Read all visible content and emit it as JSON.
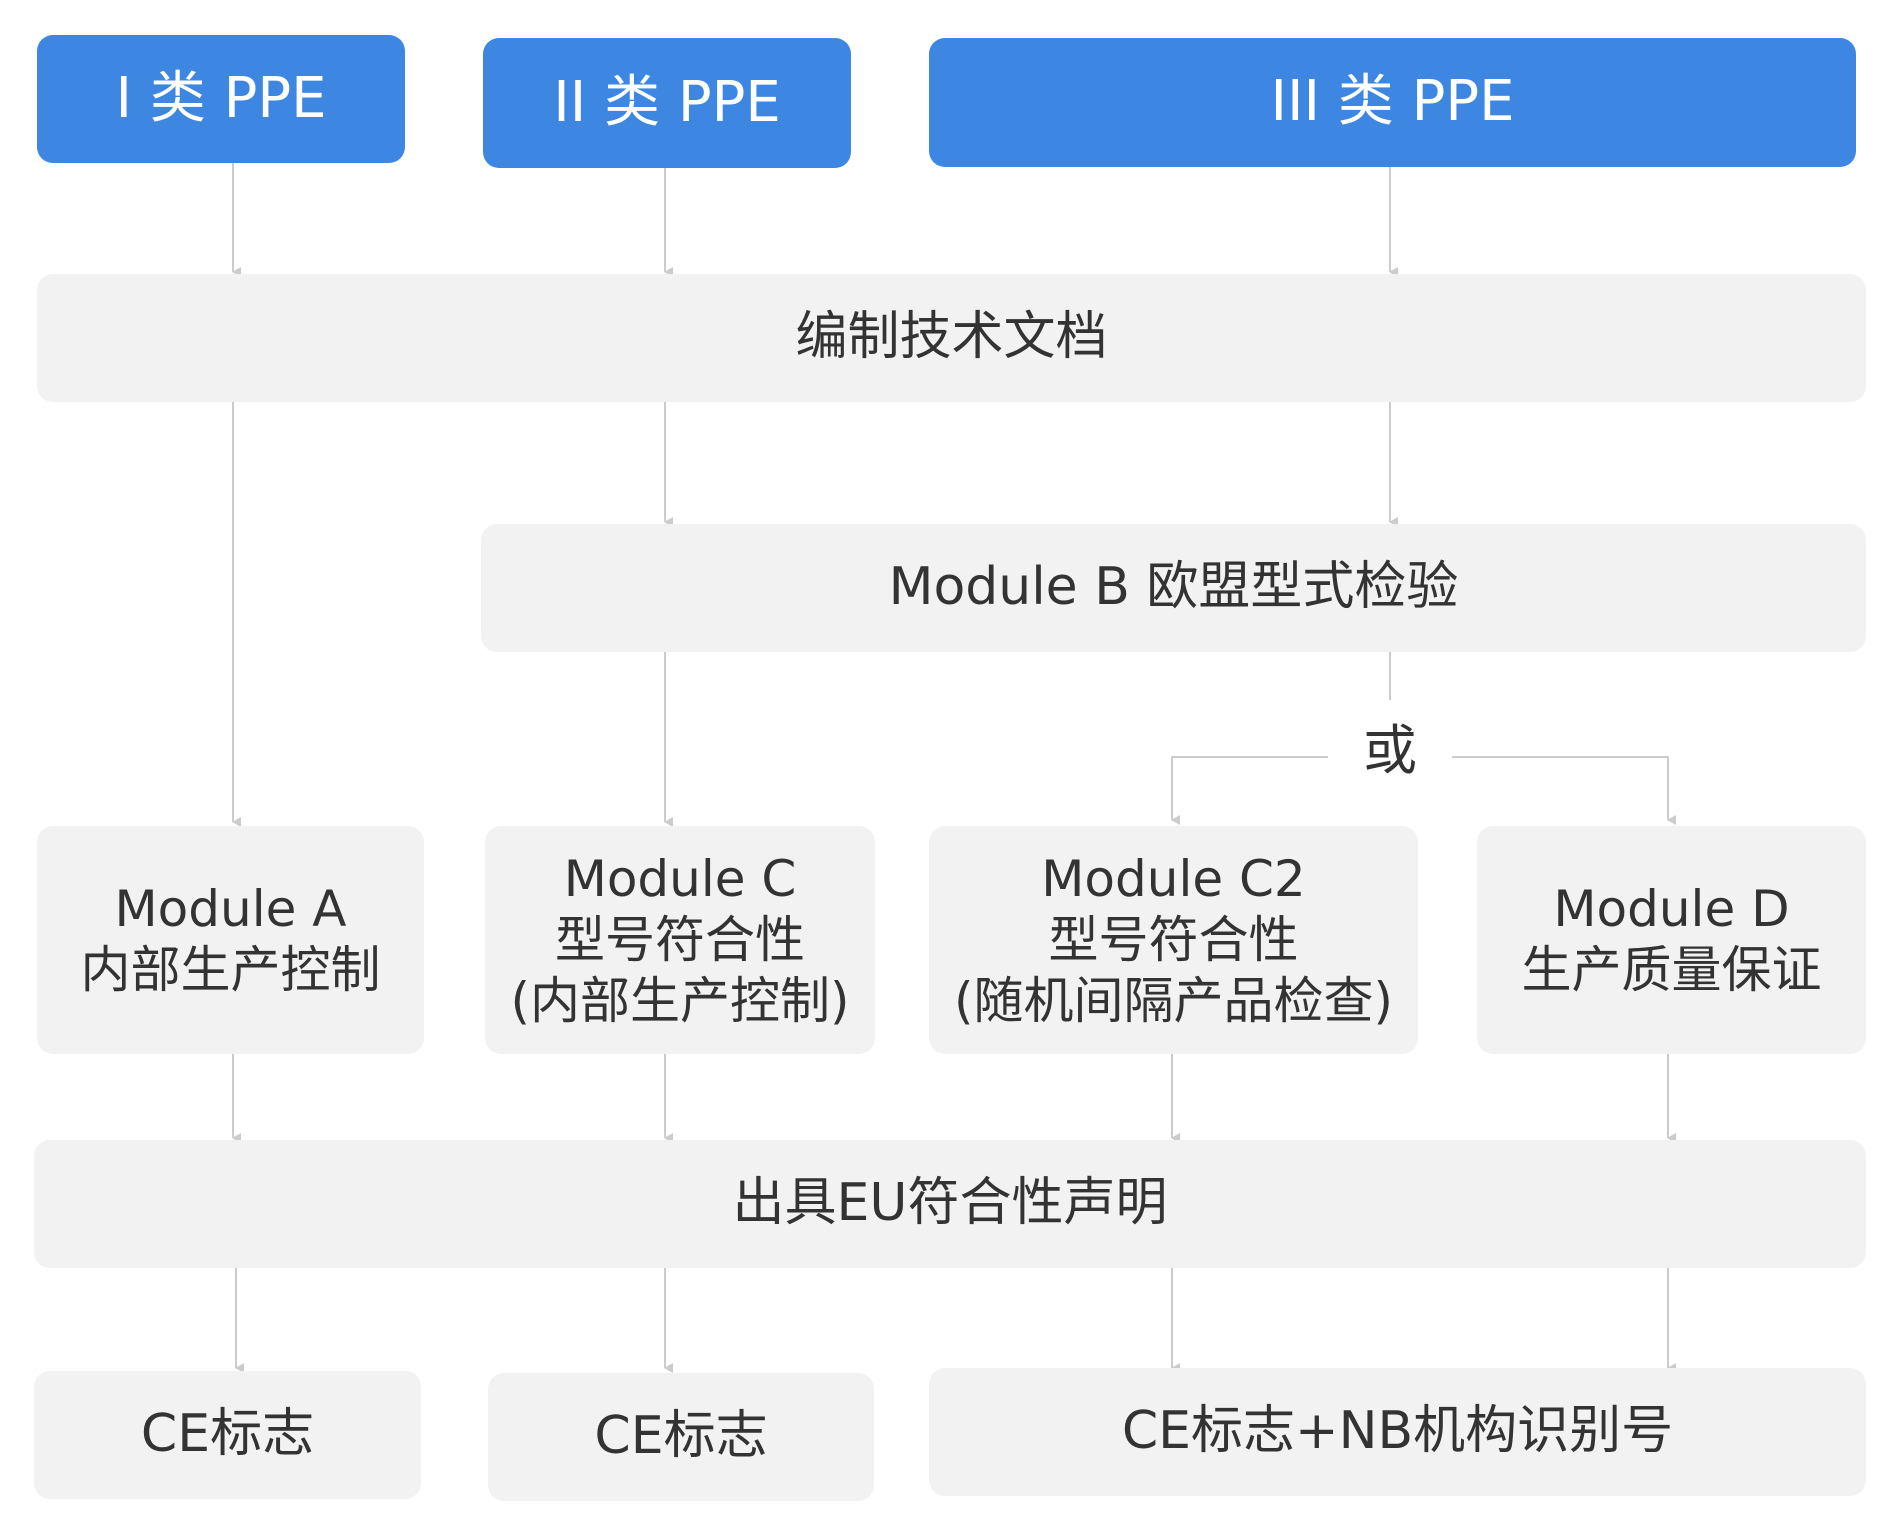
{
  "categories": {
    "class_i": "I 类 PPE",
    "class_ii": "II 类 PPE",
    "class_iii": "III 类 PPE"
  },
  "steps": {
    "technical_docs": "编制技术文档",
    "module_b": "Module B 欧盟型式检验",
    "or_label": "或",
    "eu_declaration": "出具EU符合性声明"
  },
  "modules": {
    "module_a": {
      "line1": "Module A",
      "line2": "内部生产控制"
    },
    "module_c": {
      "line1": "Module C",
      "line2": "型号符合性",
      "line3": "(内部生产控制)"
    },
    "module_c2": {
      "line1": "Module C2",
      "line2": "型号符合性",
      "line3": "(随机间隔产品检查)"
    },
    "module_d": {
      "line1": "Module D",
      "line2": "生产质量保证"
    }
  },
  "marks": {
    "class_i_mark": "CE标志",
    "class_ii_mark": "CE标志",
    "class_iii_mark": "CE标志+NB机构识别号"
  },
  "colors": {
    "header_blue": "#3d87e2",
    "box_gray": "#f2f2f2",
    "connector_gray": "#cccccc",
    "text_dark": "#333333"
  }
}
